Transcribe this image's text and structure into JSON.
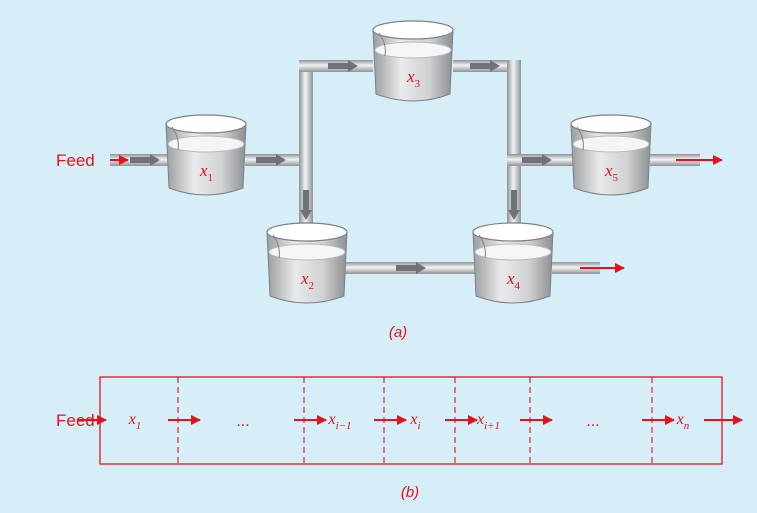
{
  "diagram_a": {
    "caption": "(a)",
    "feed_label": "Feed",
    "reactors": [
      {
        "id": "r1",
        "label": "x",
        "sub": "1"
      },
      {
        "id": "r2",
        "label": "x",
        "sub": "2"
      },
      {
        "id": "r3",
        "label": "x",
        "sub": "3"
      },
      {
        "id": "r4",
        "label": "x",
        "sub": "4"
      },
      {
        "id": "r5",
        "label": "x",
        "sub": "5"
      }
    ]
  },
  "diagram_b": {
    "caption": "(b)",
    "feed_label": "Feed",
    "cells": [
      {
        "label": "x",
        "sub": "1"
      },
      {
        "label": "...",
        "sub": ""
      },
      {
        "label": "x",
        "sub": "i−1"
      },
      {
        "label": "x",
        "sub": "i"
      },
      {
        "label": "x",
        "sub": "i+1"
      },
      {
        "label": "...",
        "sub": ""
      },
      {
        "label": "x",
        "sub": "n"
      }
    ]
  },
  "colors": {
    "background": "#d6eef8",
    "accent_red": "#e8101c",
    "pipe_gray": "#b9bcbf",
    "arrow_gray": "#6f7276"
  }
}
